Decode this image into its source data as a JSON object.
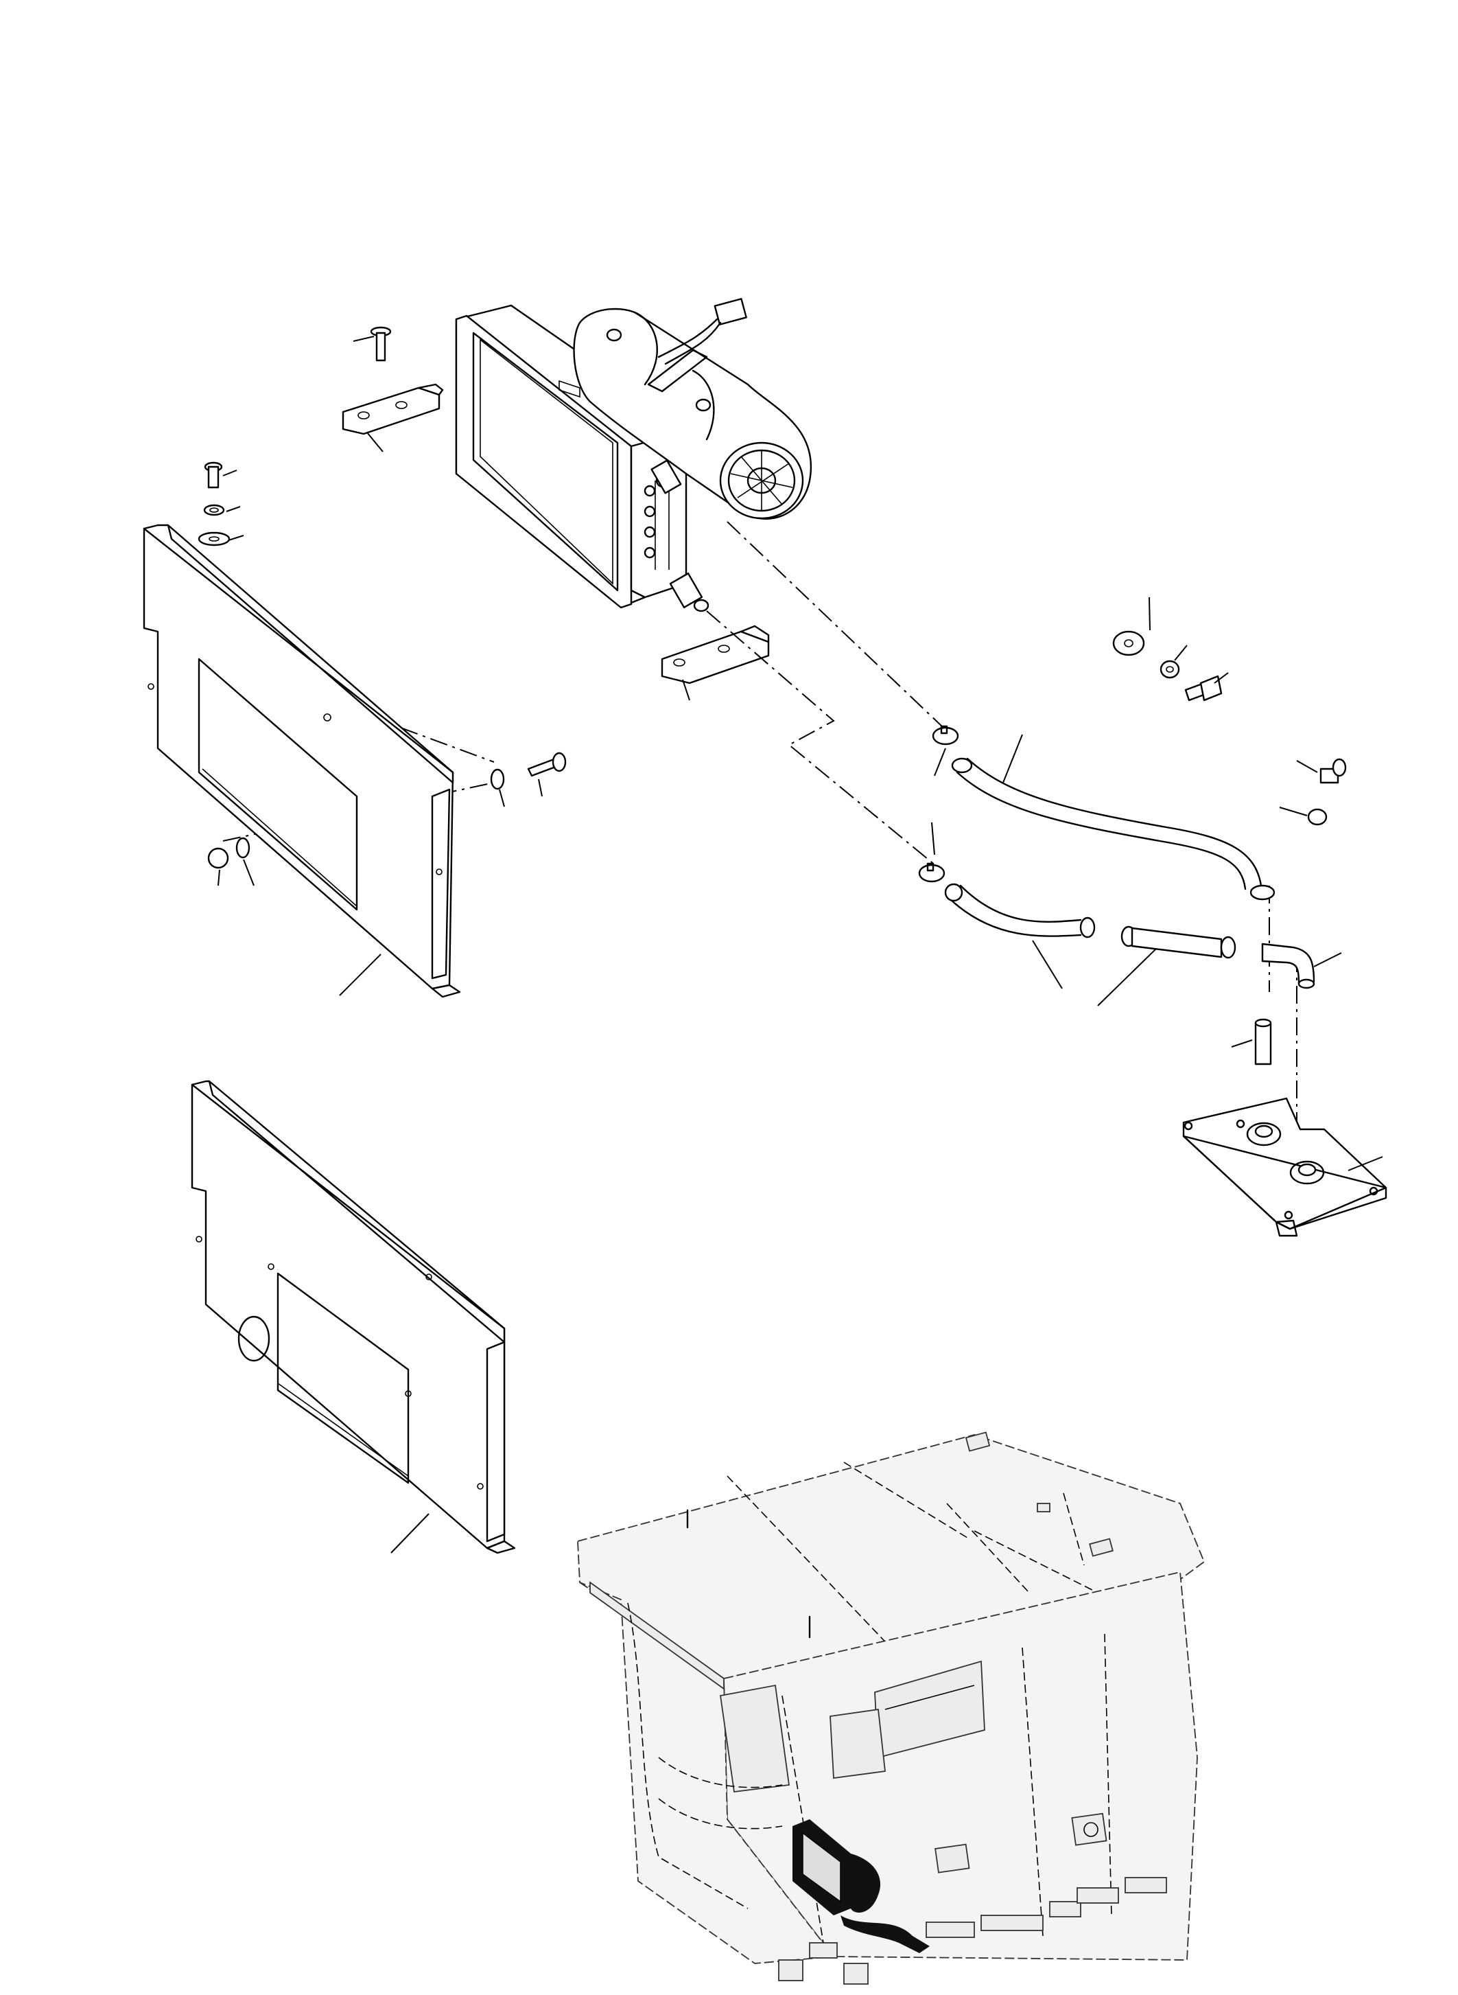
{
  "figure": {
    "type": "exploded-parts-diagram",
    "title": "",
    "callouts": [],
    "components": [
      "heater-core-blower-assembly",
      "blower-motor",
      "upper-mounting-bracket",
      "lower-mounting-bracket",
      "front-cover-panel",
      "rear-cover-panel",
      "upper-hose",
      "lower-hose",
      "hose-connector-tube",
      "elbow-fitting",
      "short-tube",
      "floor-plate",
      "hose-clamps",
      "fasteners",
      "cab-location-view"
    ]
  }
}
